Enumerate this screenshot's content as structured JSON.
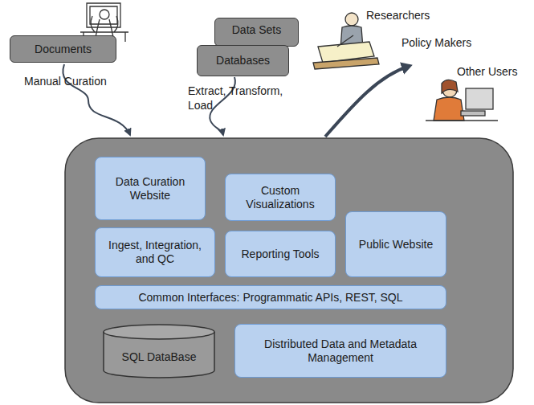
{
  "diagram": {
    "nodes": [
      {
        "text": [
          "Documents"
        ]
      },
      {
        "text": [
          "Data Sets"
        ]
      },
      {
        "text": [
          "Databases"
        ]
      },
      {
        "text": [
          "Data Curation Website"
        ]
      },
      {
        "text": [
          "Custom Visualizations"
        ]
      },
      {
        "text": [
          "Ingest, Integration, and QC"
        ]
      },
      {
        "text": [
          "Reporting Tools"
        ]
      },
      {
        "text": [
          "Public Website"
        ]
      },
      {
        "text": [
          "Common Interfaces: Programmatic APIs, REST, SQL"
        ]
      },
      {
        "text": [
          "SQL DataBase"
        ]
      },
      {
        "text": [
          "Distributed Data and Metadata Management"
        ]
      }
    ],
    "labels": [
      "Manual Curation",
      "Extract, Transform, Load",
      "Researchers",
      "Policy Makers",
      "Other Users"
    ]
  }
}
